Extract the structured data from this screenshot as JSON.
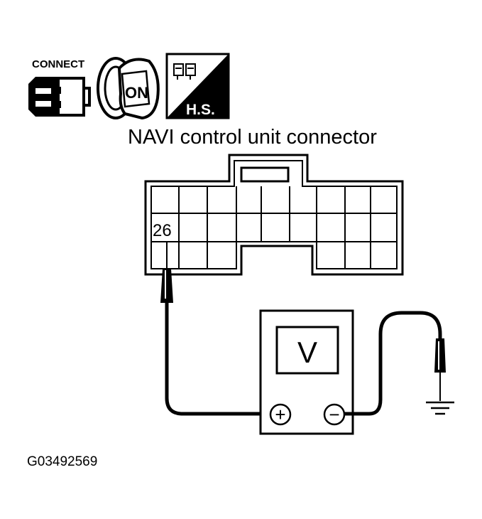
{
  "icons": {
    "connect_label": "CONNECT",
    "ignition_label": "ON",
    "harness_label": "H.S.",
    "connect_icon": "connector-connect-icon",
    "ignition_icon": "ignition-key-on-icon",
    "harness_icon": "harness-side-icon"
  },
  "title": "NAVI control unit connector",
  "connector": {
    "terminal_label": "26"
  },
  "voltmeter": {
    "display": "V",
    "positive_symbol": "+",
    "negative_symbol": "−"
  },
  "ground_icon": "ground-symbol-icon",
  "figure_id": "G03492569"
}
